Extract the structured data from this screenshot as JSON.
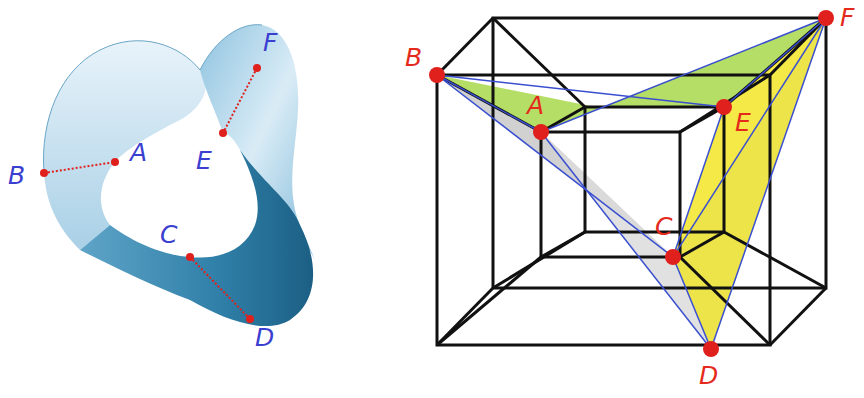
{
  "diagram": {
    "labels": [
      "F",
      "B",
      "A",
      "E",
      "C",
      "D",
      "B",
      "F",
      "A",
      "E",
      "C",
      "D"
    ]
  }
}
